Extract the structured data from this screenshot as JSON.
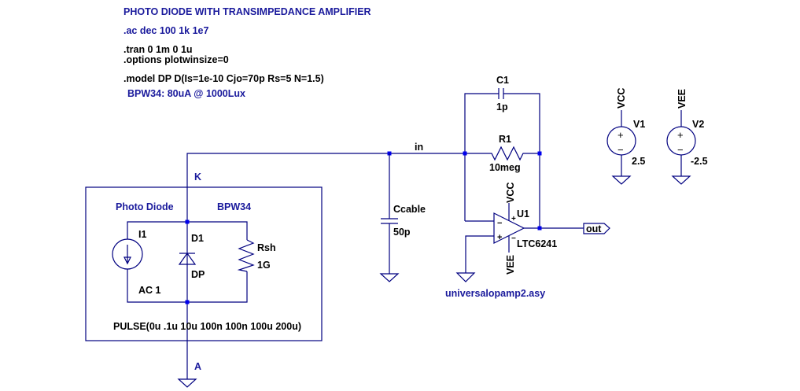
{
  "schematic": {
    "title": "PHOTO DIODE WITH TRANSIMPEDANCE AMPLIFIER",
    "directives": {
      "ac": ".ac dec 100 1k 1e7",
      "tran": ".tran 0 1m 0 1u",
      "options": ".options plotwinsize=0",
      "model": ".model DP D(Is=1e-10 Cjo=70p Rs=5 N=1.5)",
      "note": "BPW34: 80uA @ 1000Lux"
    },
    "colors": {
      "wire": "#000080",
      "junction": "#0000ee",
      "comment_text": "#1a1a9c",
      "label_text": "#000000",
      "background": "#ffffff"
    },
    "nets": {
      "cathode": "K",
      "anode": "A",
      "input": "in",
      "output": "out",
      "vcc": "VCC",
      "vee": "VEE"
    },
    "photodiode_block": {
      "label": "Photo Diode",
      "part": "BPW34",
      "current_source": {
        "ref": "I1",
        "value": "AC 1",
        "pulse": "PULSE(0u .1u 10u 100n 100n 100u 200u)"
      },
      "diode": {
        "ref": "D1",
        "model": "DP"
      },
      "shunt_resistor": {
        "ref": "Rsh",
        "value": "1G"
      }
    },
    "cable_capacitor": {
      "ref": "Ccable",
      "value": "50p"
    },
    "feedback_capacitor": {
      "ref": "C1",
      "value": "1p"
    },
    "feedback_resistor": {
      "ref": "R1",
      "value": "10meg"
    },
    "opamp": {
      "ref": "U1",
      "part": "LTC6241",
      "symbol": "universalopamp2.asy",
      "pin_plus": "+",
      "pin_minus": "−"
    },
    "supplies": [
      {
        "ref": "V1",
        "net": "VCC",
        "value": "2.5"
      },
      {
        "ref": "V2",
        "net": "VEE",
        "value": "-2.5"
      }
    ],
    "source_signs": {
      "plus": "+",
      "minus": "−"
    }
  }
}
